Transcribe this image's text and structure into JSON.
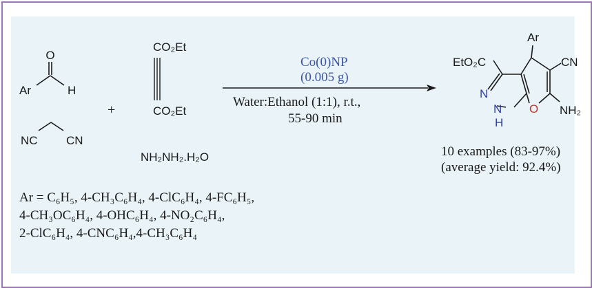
{
  "reactants": {
    "aldehyde": {
      "o": "O",
      "ar": "Ar",
      "h": "H"
    },
    "malononitrile": {
      "left": "NC",
      "right": "CN"
    },
    "plus": "+",
    "dea": {
      "top": "CO₂Et",
      "bottom": "CO₂Et"
    },
    "hydrazine": "NH₂NH₂.H₂O"
  },
  "conditions": {
    "catalyst": "Co(0)NP",
    "amount": "(0.005 g)",
    "solvent": "Water:Ethanol (1:1), r.t.,",
    "time": "55-90 min"
  },
  "product": {
    "ester": "EtO₂C",
    "ar": "Ar",
    "cn": "CN",
    "n1": "N",
    "nh_n": "N",
    "nh_h": "H",
    "o": "O",
    "nh2": "NH₂",
    "examples": "10 examples (83-97%)",
    "average": "(average yield: 92.4%)"
  },
  "ar_list": [
    "Ar = C₆H₅, 4-CH₃C₆H₄, 4-ClC₆H₄, 4-FC₆H₅,",
    "4-CH₃OC₆H₄, 4-OHC₆H₄, 4-NO₂C₆H₄,",
    "2-ClC₆H₄, 4-CNC₆H₄,4-CH₃C₆H₄"
  ],
  "colors": {
    "frame": "#9c74b8",
    "panel": "#e9f3f8",
    "catalyst": "#3b56a8",
    "nitrogen": "#3040a0",
    "oxygen": "#c0392b"
  }
}
